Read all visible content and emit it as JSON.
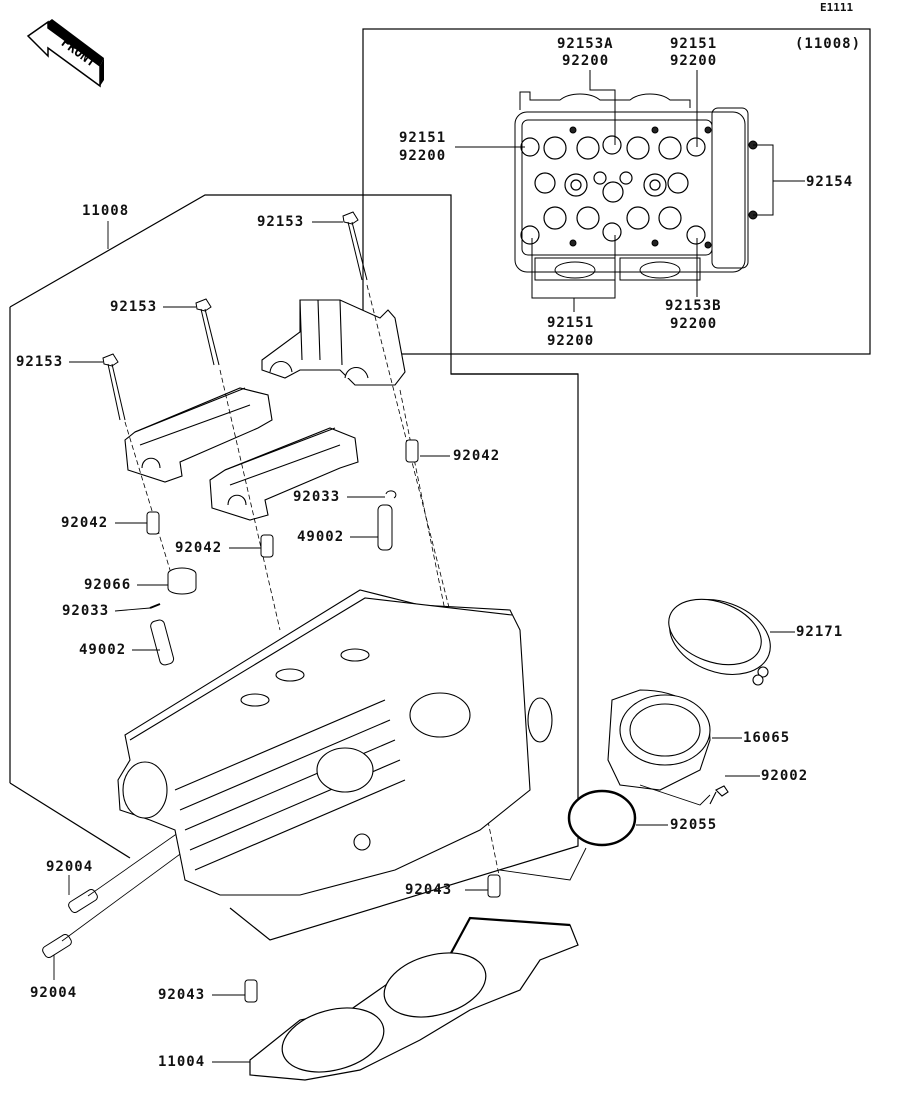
{
  "diagram": {
    "figure_code": "E1111",
    "orientation_arrow": "FRONT",
    "inset": {
      "title": "(11008)",
      "callouts": [
        {
          "parts": [
            "92153A",
            "92200"
          ]
        },
        {
          "parts": [
            "92151",
            "92200"
          ]
        },
        {
          "parts": [
            "92151",
            "92200"
          ]
        },
        {
          "parts": [
            "92154"
          ]
        },
        {
          "parts": [
            "92151",
            "92200"
          ]
        },
        {
          "parts": [
            "92153B",
            "92200"
          ]
        }
      ]
    },
    "callouts": [
      {
        "part": "11008",
        "component": "cylinder-head-assembly"
      },
      {
        "part": "92153",
        "component": "camshaft-cap-bolt"
      },
      {
        "part": "92153",
        "component": "camshaft-cap-bolt"
      },
      {
        "part": "92153",
        "component": "camshaft-cap-bolt"
      },
      {
        "part": "92042",
        "component": "dowel-pin"
      },
      {
        "part": "92042",
        "component": "dowel-pin"
      },
      {
        "part": "92042",
        "component": "dowel-pin"
      },
      {
        "part": "92033",
        "component": "circlip"
      },
      {
        "part": "49002",
        "component": "valve-guide"
      },
      {
        "part": "92066",
        "component": "plug"
      },
      {
        "part": "92033",
        "component": "circlip"
      },
      {
        "part": "49002",
        "component": "valve-guide"
      },
      {
        "part": "92171",
        "component": "clamp"
      },
      {
        "part": "16065",
        "component": "intake-holder"
      },
      {
        "part": "92002",
        "component": "bolt"
      },
      {
        "part": "92055",
        "component": "o-ring"
      },
      {
        "part": "92004",
        "component": "stud"
      },
      {
        "part": "92004",
        "component": "stud"
      },
      {
        "part": "92043",
        "component": "dowel-pin"
      },
      {
        "part": "92043",
        "component": "dowel-pin"
      },
      {
        "part": "11004",
        "component": "head-gasket"
      }
    ]
  }
}
